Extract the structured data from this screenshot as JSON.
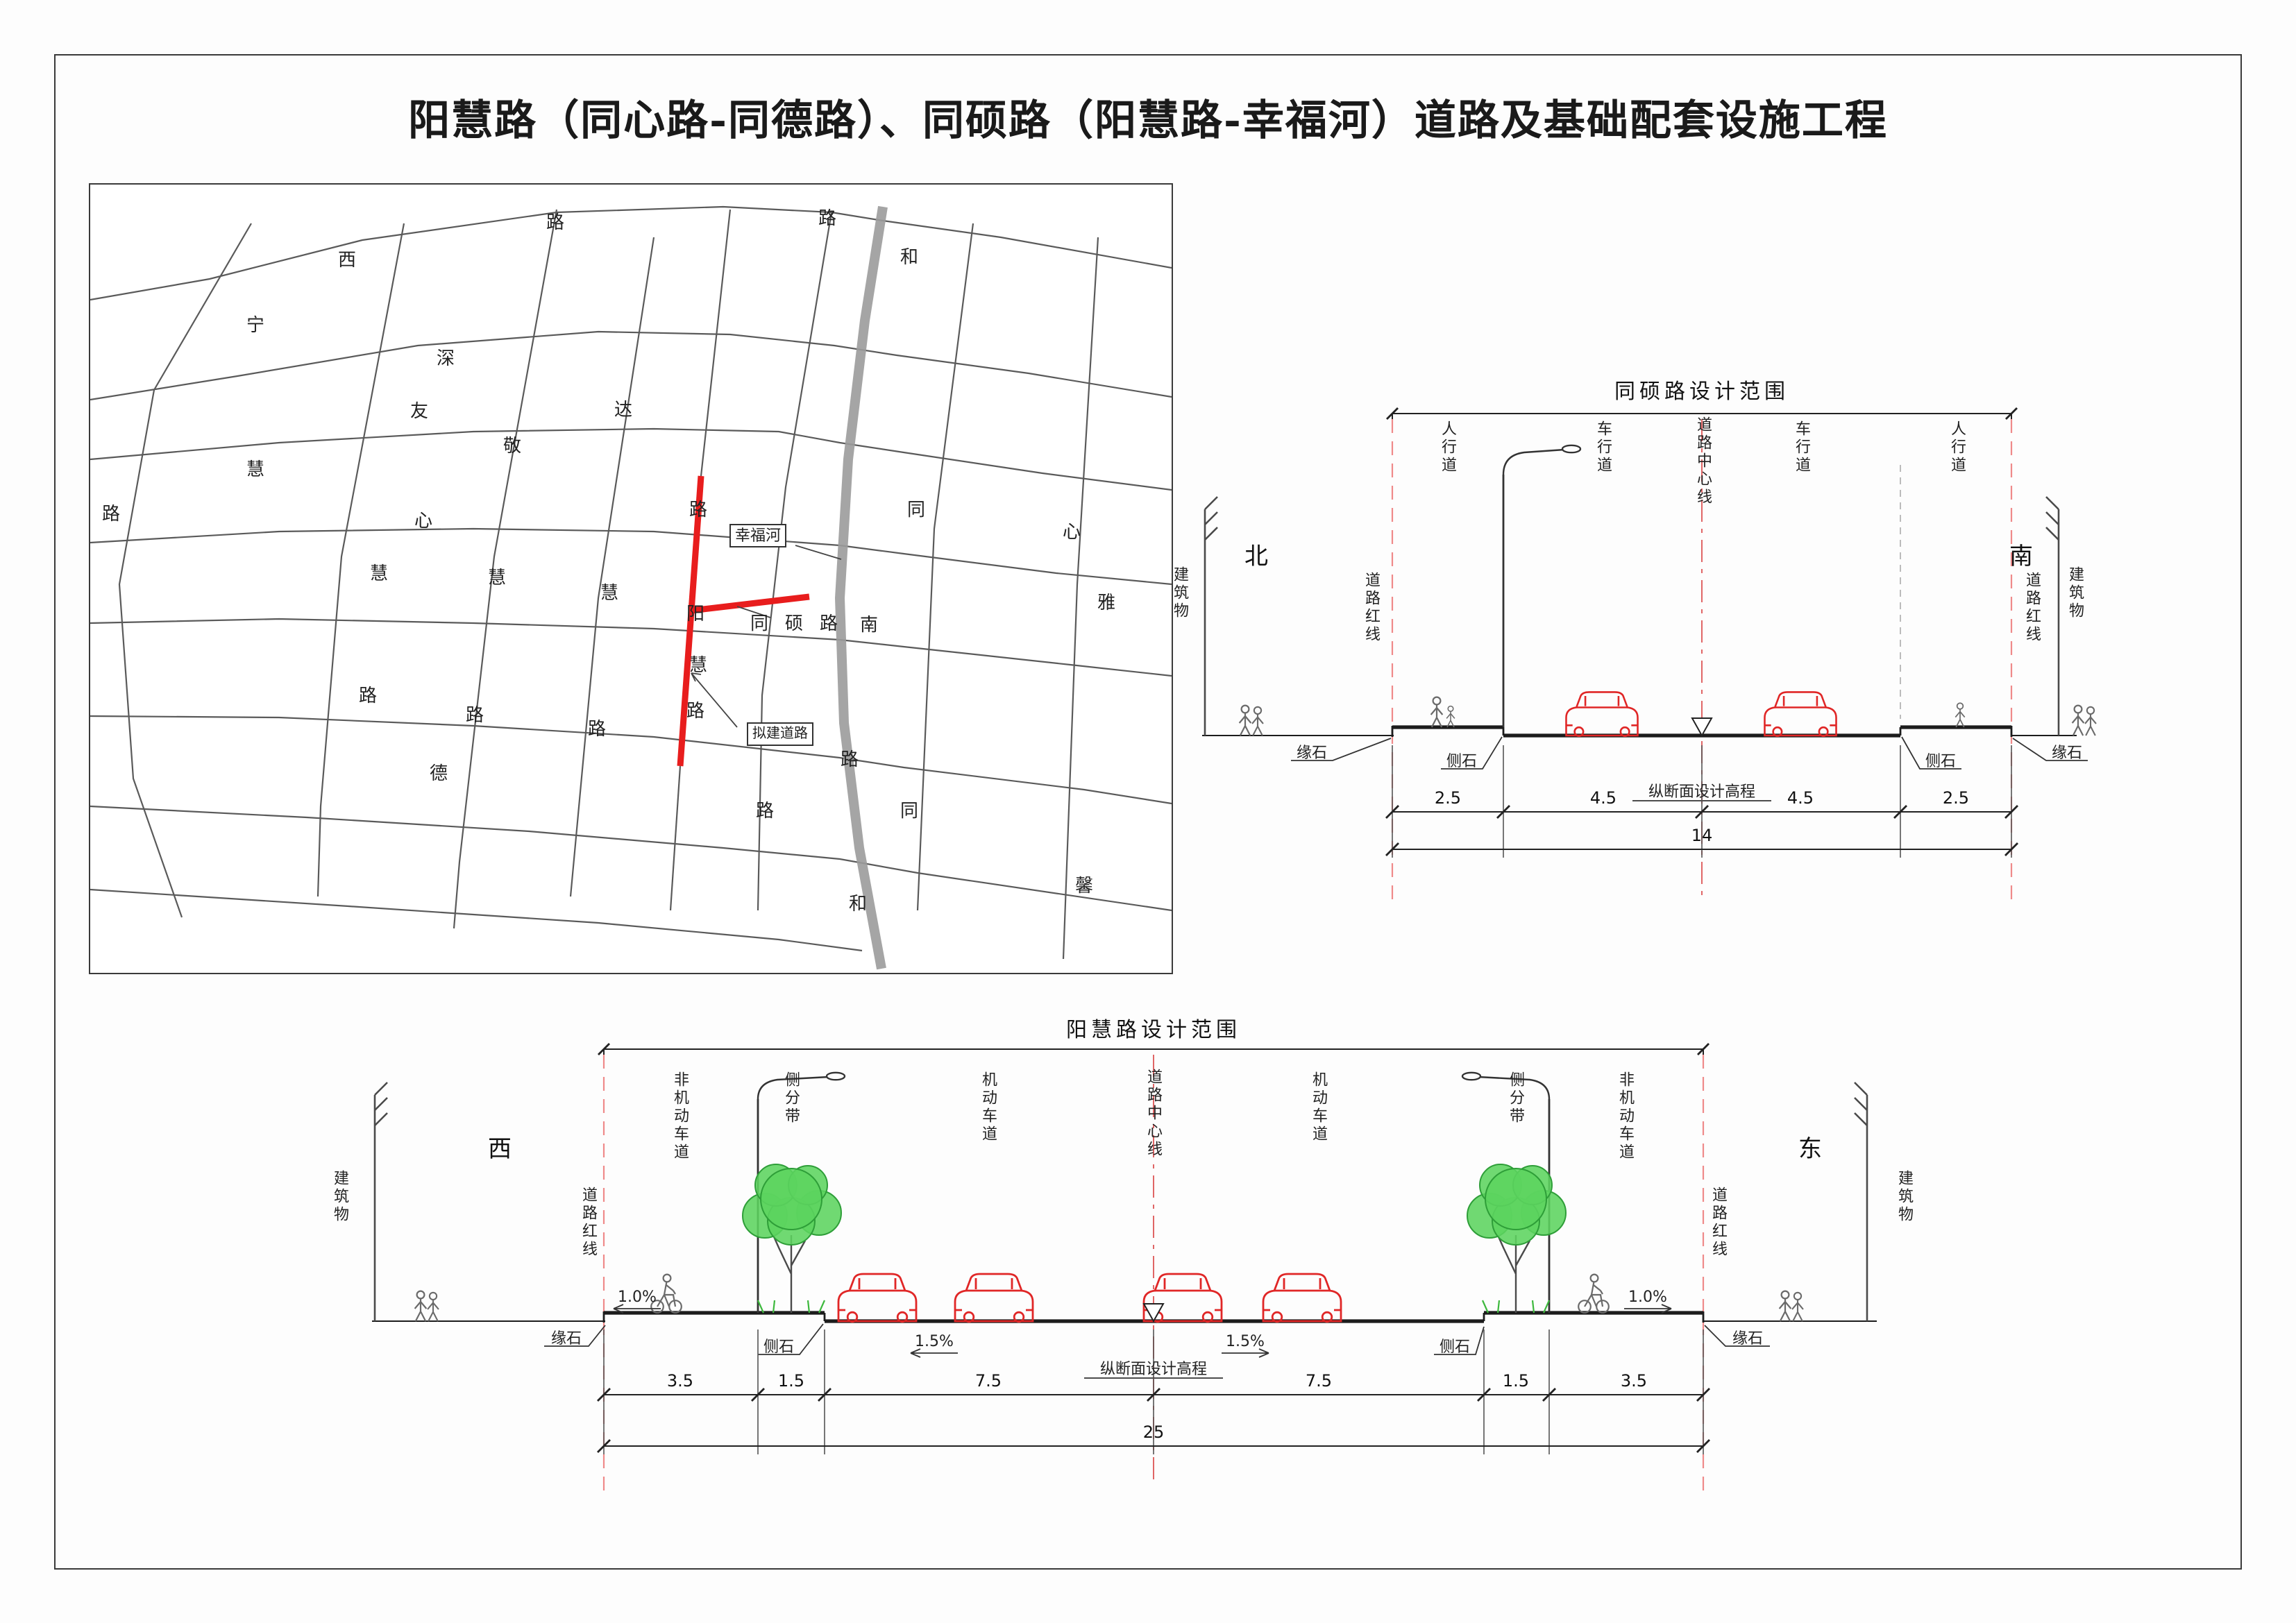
{
  "title": "阳慧路（同心路-同德路）、同硕路（阳慧路-幸福河）道路及基础配套设施工程",
  "map": {
    "river": "幸福河",
    "road_tongshuo": "同硕路",
    "proposed": "拟建道路",
    "chars": [
      "西",
      "宁",
      "路",
      "路",
      "和",
      "深",
      "友",
      "敬",
      "达",
      "慧",
      "心",
      "路",
      "同",
      "心",
      "慧",
      "慧",
      "慧",
      "路",
      "阳",
      "南",
      "雅",
      "慧",
      "路",
      "路",
      "路",
      "路",
      "德",
      "路",
      "同",
      "路",
      "和",
      "馨"
    ]
  },
  "section_tongshuo": {
    "title": "同硕路设计范围",
    "north": "北",
    "south": "南",
    "building": "建筑物",
    "red_line": "道路红线",
    "sidewalk": "人行道",
    "carriageway": "车行道",
    "centerline": "道路中心线",
    "curb_outer": "缘石",
    "curb_inner": "侧石",
    "elevation": "纵断面设计高程",
    "dims": [
      "2.5",
      "4.5",
      "4.5",
      "2.5"
    ],
    "total": "14"
  },
  "section_yanghui": {
    "title": "阳慧路设计范围",
    "west": "西",
    "east": "东",
    "building": "建筑物",
    "red_line": "道路红线",
    "nonmotor": "非机动车道",
    "divider": "侧分带",
    "motor": "机动车道",
    "centerline": "道路中心线",
    "curb_outer": "缘石",
    "curb_inner": "侧石",
    "elevation": "纵断面设计高程",
    "slopes": [
      "1.0%",
      "1.5%",
      "1.5%",
      "1.0%"
    ],
    "dims": [
      "3.5",
      "1.5",
      "7.5",
      "7.5",
      "1.5",
      "3.5"
    ],
    "total": "25"
  }
}
